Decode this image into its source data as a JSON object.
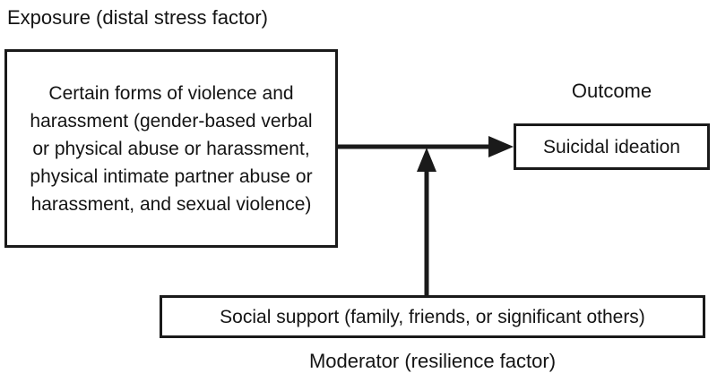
{
  "diagram": {
    "title_labels": {
      "exposure": "Exposure (distal stress factor)",
      "outcome": "Outcome",
      "moderator": "Moderator (resilience factor)"
    },
    "nodes": {
      "exposure": {
        "text": "Certain forms of violence and harassment (gender-based verbal or physical abuse or harassment, physical intimate partner abuse or harassment, and sexual violence)"
      },
      "outcome": {
        "text": "Suicidal ideation"
      },
      "moderator": {
        "text": "Social support (family, friends, or significant others)"
      }
    },
    "edges": [
      {
        "name": "exposure-to-outcome-arrow",
        "from": "exposure",
        "to": "outcome",
        "style": "solid-arrow-right"
      },
      {
        "name": "moderator-to-path-arrow",
        "from": "moderator",
        "to": "exposure-to-outcome-arrow",
        "style": "solid-arrow-up"
      }
    ],
    "colors": {
      "stroke": "#1a1a1a",
      "text": "#141414",
      "background": "#ffffff"
    }
  }
}
